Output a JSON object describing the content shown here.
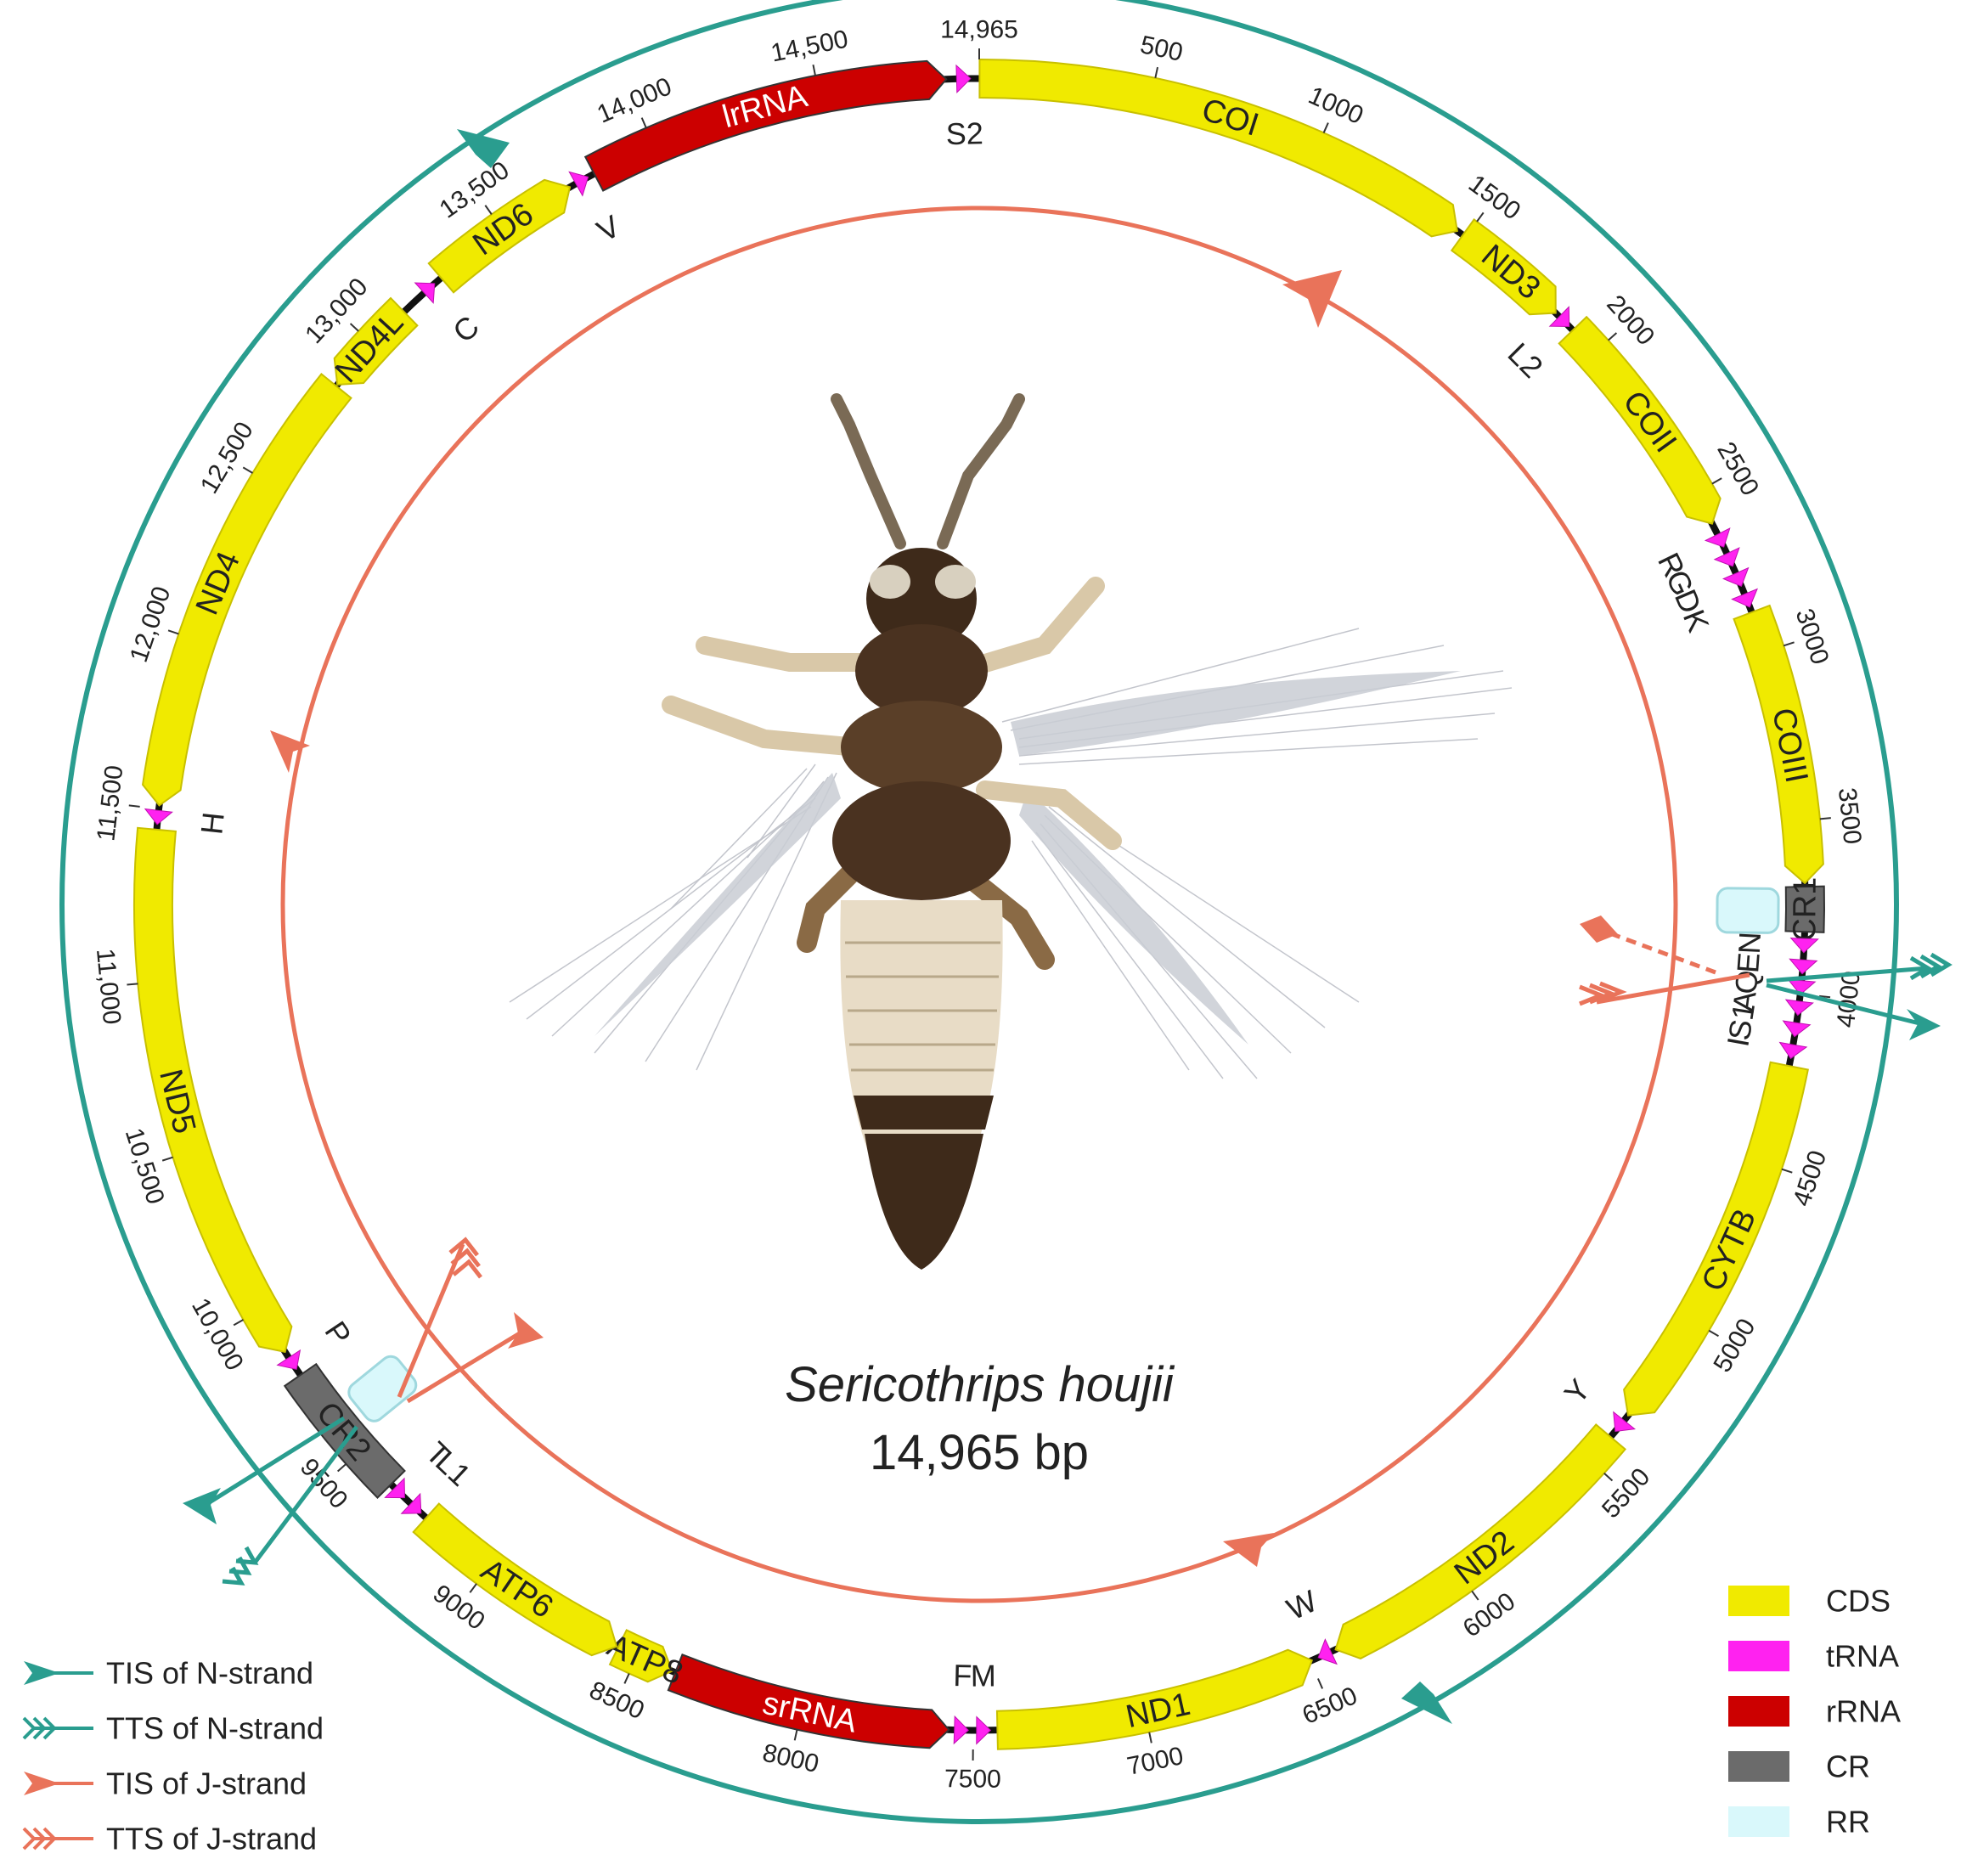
{
  "title": {
    "species": "Sericothrips houjii",
    "size": "14,965 bp"
  },
  "colors": {
    "CDS": "#f0ea00",
    "tRNA": "#ff22f0",
    "rRNA": "#cc0000",
    "CR": "#6b6b6b",
    "RR": "#d9f8fb",
    "N_strand": "#2a9d8f",
    "J_strand": "#e9735a"
  },
  "genome_length": 14965,
  "features": [
    {
      "name": "COI",
      "type": "CDS",
      "start": 1,
      "end": 1470,
      "strand": "+",
      "label": "COI"
    },
    {
      "name": "ND3",
      "type": "CDS",
      "start": 1490,
      "end": 1840,
      "strand": "+",
      "label": "ND3"
    },
    {
      "name": "L2",
      "type": "tRNA",
      "start": 1845,
      "end": 1905,
      "strand": "+",
      "label": "L2"
    },
    {
      "name": "COII",
      "type": "CDS",
      "start": 1910,
      "end": 2600,
      "strand": "+",
      "label": "COII"
    },
    {
      "name": "R",
      "type": "tRNA",
      "start": 2625,
      "end": 2685,
      "strand": "+",
      "label": "R"
    },
    {
      "name": "G",
      "type": "tRNA",
      "start": 2688,
      "end": 2745,
      "strand": "+",
      "label": "G"
    },
    {
      "name": "D",
      "type": "tRNA",
      "start": 2748,
      "end": 2810,
      "strand": "+",
      "label": "D"
    },
    {
      "name": "K",
      "type": "tRNA",
      "start": 2813,
      "end": 2875,
      "strand": "+",
      "label": "K"
    },
    {
      "name": "COIII",
      "type": "CDS",
      "start": 2880,
      "end": 3680,
      "strand": "+",
      "label": "COIII"
    },
    {
      "name": "CR1",
      "type": "CR",
      "start": 3690,
      "end": 3820,
      "strand": "+",
      "label": "CR1"
    },
    {
      "name": "N",
      "type": "tRNA",
      "start": 3830,
      "end": 3890,
      "strand": "+",
      "label": "N"
    },
    {
      "name": "E",
      "type": "tRNA",
      "start": 3893,
      "end": 3950,
      "strand": "+",
      "label": "E"
    },
    {
      "name": "Q",
      "type": "tRNA",
      "start": 3953,
      "end": 4010,
      "strand": "+",
      "label": "Q"
    },
    {
      "name": "A",
      "type": "tRNA",
      "start": 4013,
      "end": 4070,
      "strand": "+",
      "label": "A"
    },
    {
      "name": "S1",
      "type": "tRNA",
      "start": 4073,
      "end": 4135,
      "strand": "+",
      "label": "S1"
    },
    {
      "name": "I",
      "type": "tRNA",
      "start": 4138,
      "end": 4198,
      "strand": "+",
      "label": "I"
    },
    {
      "name": "CYTB",
      "type": "CDS",
      "start": 4210,
      "end": 5330,
      "strand": "+",
      "label": "CYTB"
    },
    {
      "name": "Y",
      "type": "tRNA",
      "start": 5338,
      "end": 5400,
      "strand": "+",
      "label": "Y"
    },
    {
      "name": "ND2",
      "type": "CDS",
      "start": 5410,
      "end": 6420,
      "strand": "+",
      "label": "ND2"
    },
    {
      "name": "W",
      "type": "tRNA",
      "start": 6425,
      "end": 6485,
      "strand": "+",
      "label": "W"
    },
    {
      "name": "ND1",
      "type": "CDS",
      "start": 6495,
      "end": 7430,
      "strand": "-",
      "label": "ND1"
    },
    {
      "name": "M",
      "type": "tRNA",
      "start": 7440,
      "end": 7500,
      "strand": "-",
      "label": "M"
    },
    {
      "name": "F",
      "type": "tRNA",
      "start": 7503,
      "end": 7565,
      "strand": "-",
      "label": "F"
    },
    {
      "name": "srRNA",
      "type": "rRNA",
      "start": 7570,
      "end": 8380,
      "strand": "-",
      "label": "srRNA"
    },
    {
      "name": "ATP8",
      "type": "CDS",
      "start": 8390,
      "end": 8560,
      "strand": "-",
      "label": "ATP8"
    },
    {
      "name": "ATP6",
      "type": "CDS",
      "start": 8565,
      "end": 9230,
      "strand": "-",
      "label": "ATP6"
    },
    {
      "name": "L1",
      "type": "tRNA",
      "start": 9240,
      "end": 9300,
      "strand": "-",
      "label": "L1"
    },
    {
      "name": "T",
      "type": "tRNA",
      "start": 9305,
      "end": 9365,
      "strand": "-",
      "label": "T"
    },
    {
      "name": "CR2",
      "type": "CR",
      "start": 9370,
      "end": 9780,
      "strand": "-",
      "label": "CR2"
    },
    {
      "name": "P",
      "type": "tRNA",
      "start": 9790,
      "end": 9850,
      "strand": "-",
      "label": "P"
    },
    {
      "name": "ND5",
      "type": "CDS",
      "start": 9860,
      "end": 11440,
      "strand": "-",
      "label": "ND5"
    },
    {
      "name": "H",
      "type": "tRNA",
      "start": 11445,
      "end": 11505,
      "strand": "-",
      "label": "H"
    },
    {
      "name": "ND4",
      "type": "CDS",
      "start": 11510,
      "end": 12840,
      "strand": "-",
      "label": "ND4"
    },
    {
      "name": "ND4L",
      "type": "CDS",
      "start": 12845,
      "end": 13130,
      "strand": "-",
      "label": "ND4L"
    },
    {
      "name": "C",
      "type": "tRNA",
      "start": 13200,
      "end": 13260,
      "strand": "+",
      "label": "C"
    },
    {
      "name": "ND6",
      "type": "CDS",
      "start": 13275,
      "end": 13730,
      "strand": "+",
      "label": "ND6"
    },
    {
      "name": "V",
      "type": "tRNA",
      "start": 13740,
      "end": 13800,
      "strand": "+",
      "label": "V"
    },
    {
      "name": "lrRNA",
      "type": "rRNA",
      "start": 13810,
      "end": 14870,
      "strand": "+",
      "label": "lrRNA"
    },
    {
      "name": "S2",
      "type": "tRNA",
      "start": 14880,
      "end": 14960,
      "strand": "+",
      "label": "S2"
    }
  ],
  "ticks": [
    {
      "pos": 500,
      "label": "500"
    },
    {
      "pos": 1000,
      "label": "1000"
    },
    {
      "pos": 1500,
      "label": "1500"
    },
    {
      "pos": 2000,
      "label": "2000"
    },
    {
      "pos": 2500,
      "label": "2500"
    },
    {
      "pos": 3000,
      "label": "3000"
    },
    {
      "pos": 3500,
      "label": "3500"
    },
    {
      "pos": 4000,
      "label": "4000"
    },
    {
      "pos": 4500,
      "label": "4500"
    },
    {
      "pos": 5000,
      "label": "5000"
    },
    {
      "pos": 5500,
      "label": "5500"
    },
    {
      "pos": 6000,
      "label": "6000"
    },
    {
      "pos": 6500,
      "label": "6500"
    },
    {
      "pos": 7000,
      "label": "7000"
    },
    {
      "pos": 7500,
      "label": "7500"
    },
    {
      "pos": 8000,
      "label": "8000"
    },
    {
      "pos": 8500,
      "label": "8500"
    },
    {
      "pos": 9000,
      "label": "9000"
    },
    {
      "pos": 9500,
      "label": "9500"
    },
    {
      "pos": 10000,
      "label": "10,000"
    },
    {
      "pos": 10500,
      "label": "10,500"
    },
    {
      "pos": 11000,
      "label": "11,000"
    },
    {
      "pos": 11500,
      "label": "11,500"
    },
    {
      "pos": 12000,
      "label": "12,000"
    },
    {
      "pos": 12500,
      "label": "12,500"
    },
    {
      "pos": 13000,
      "label": "13,000"
    },
    {
      "pos": 13500,
      "label": "13,500"
    },
    {
      "pos": 14000,
      "label": "14,000"
    },
    {
      "pos": 14500,
      "label": "14,500"
    },
    {
      "pos": 14965,
      "label": "14,965"
    }
  ],
  "legend_arrows": [
    {
      "label": "TIS of N-strand",
      "color": "#2a9d8f",
      "kind": "tis"
    },
    {
      "label": "TTS of N-strand",
      "color": "#2a9d8f",
      "kind": "tts"
    },
    {
      "label": "TIS of J-strand",
      "color": "#e9735a",
      "kind": "tis"
    },
    {
      "label": "TTS of J-strand",
      "color": "#e9735a",
      "kind": "tts"
    }
  ],
  "legend_types": [
    {
      "label": "CDS",
      "color": "#f0ea00"
    },
    {
      "label": "tRNA",
      "color": "#ff22f0"
    },
    {
      "label": "rRNA",
      "color": "#cc0000"
    },
    {
      "label": "CR",
      "color": "#6b6b6b"
    },
    {
      "label": "RR",
      "color": "#d9f8fb"
    }
  ]
}
